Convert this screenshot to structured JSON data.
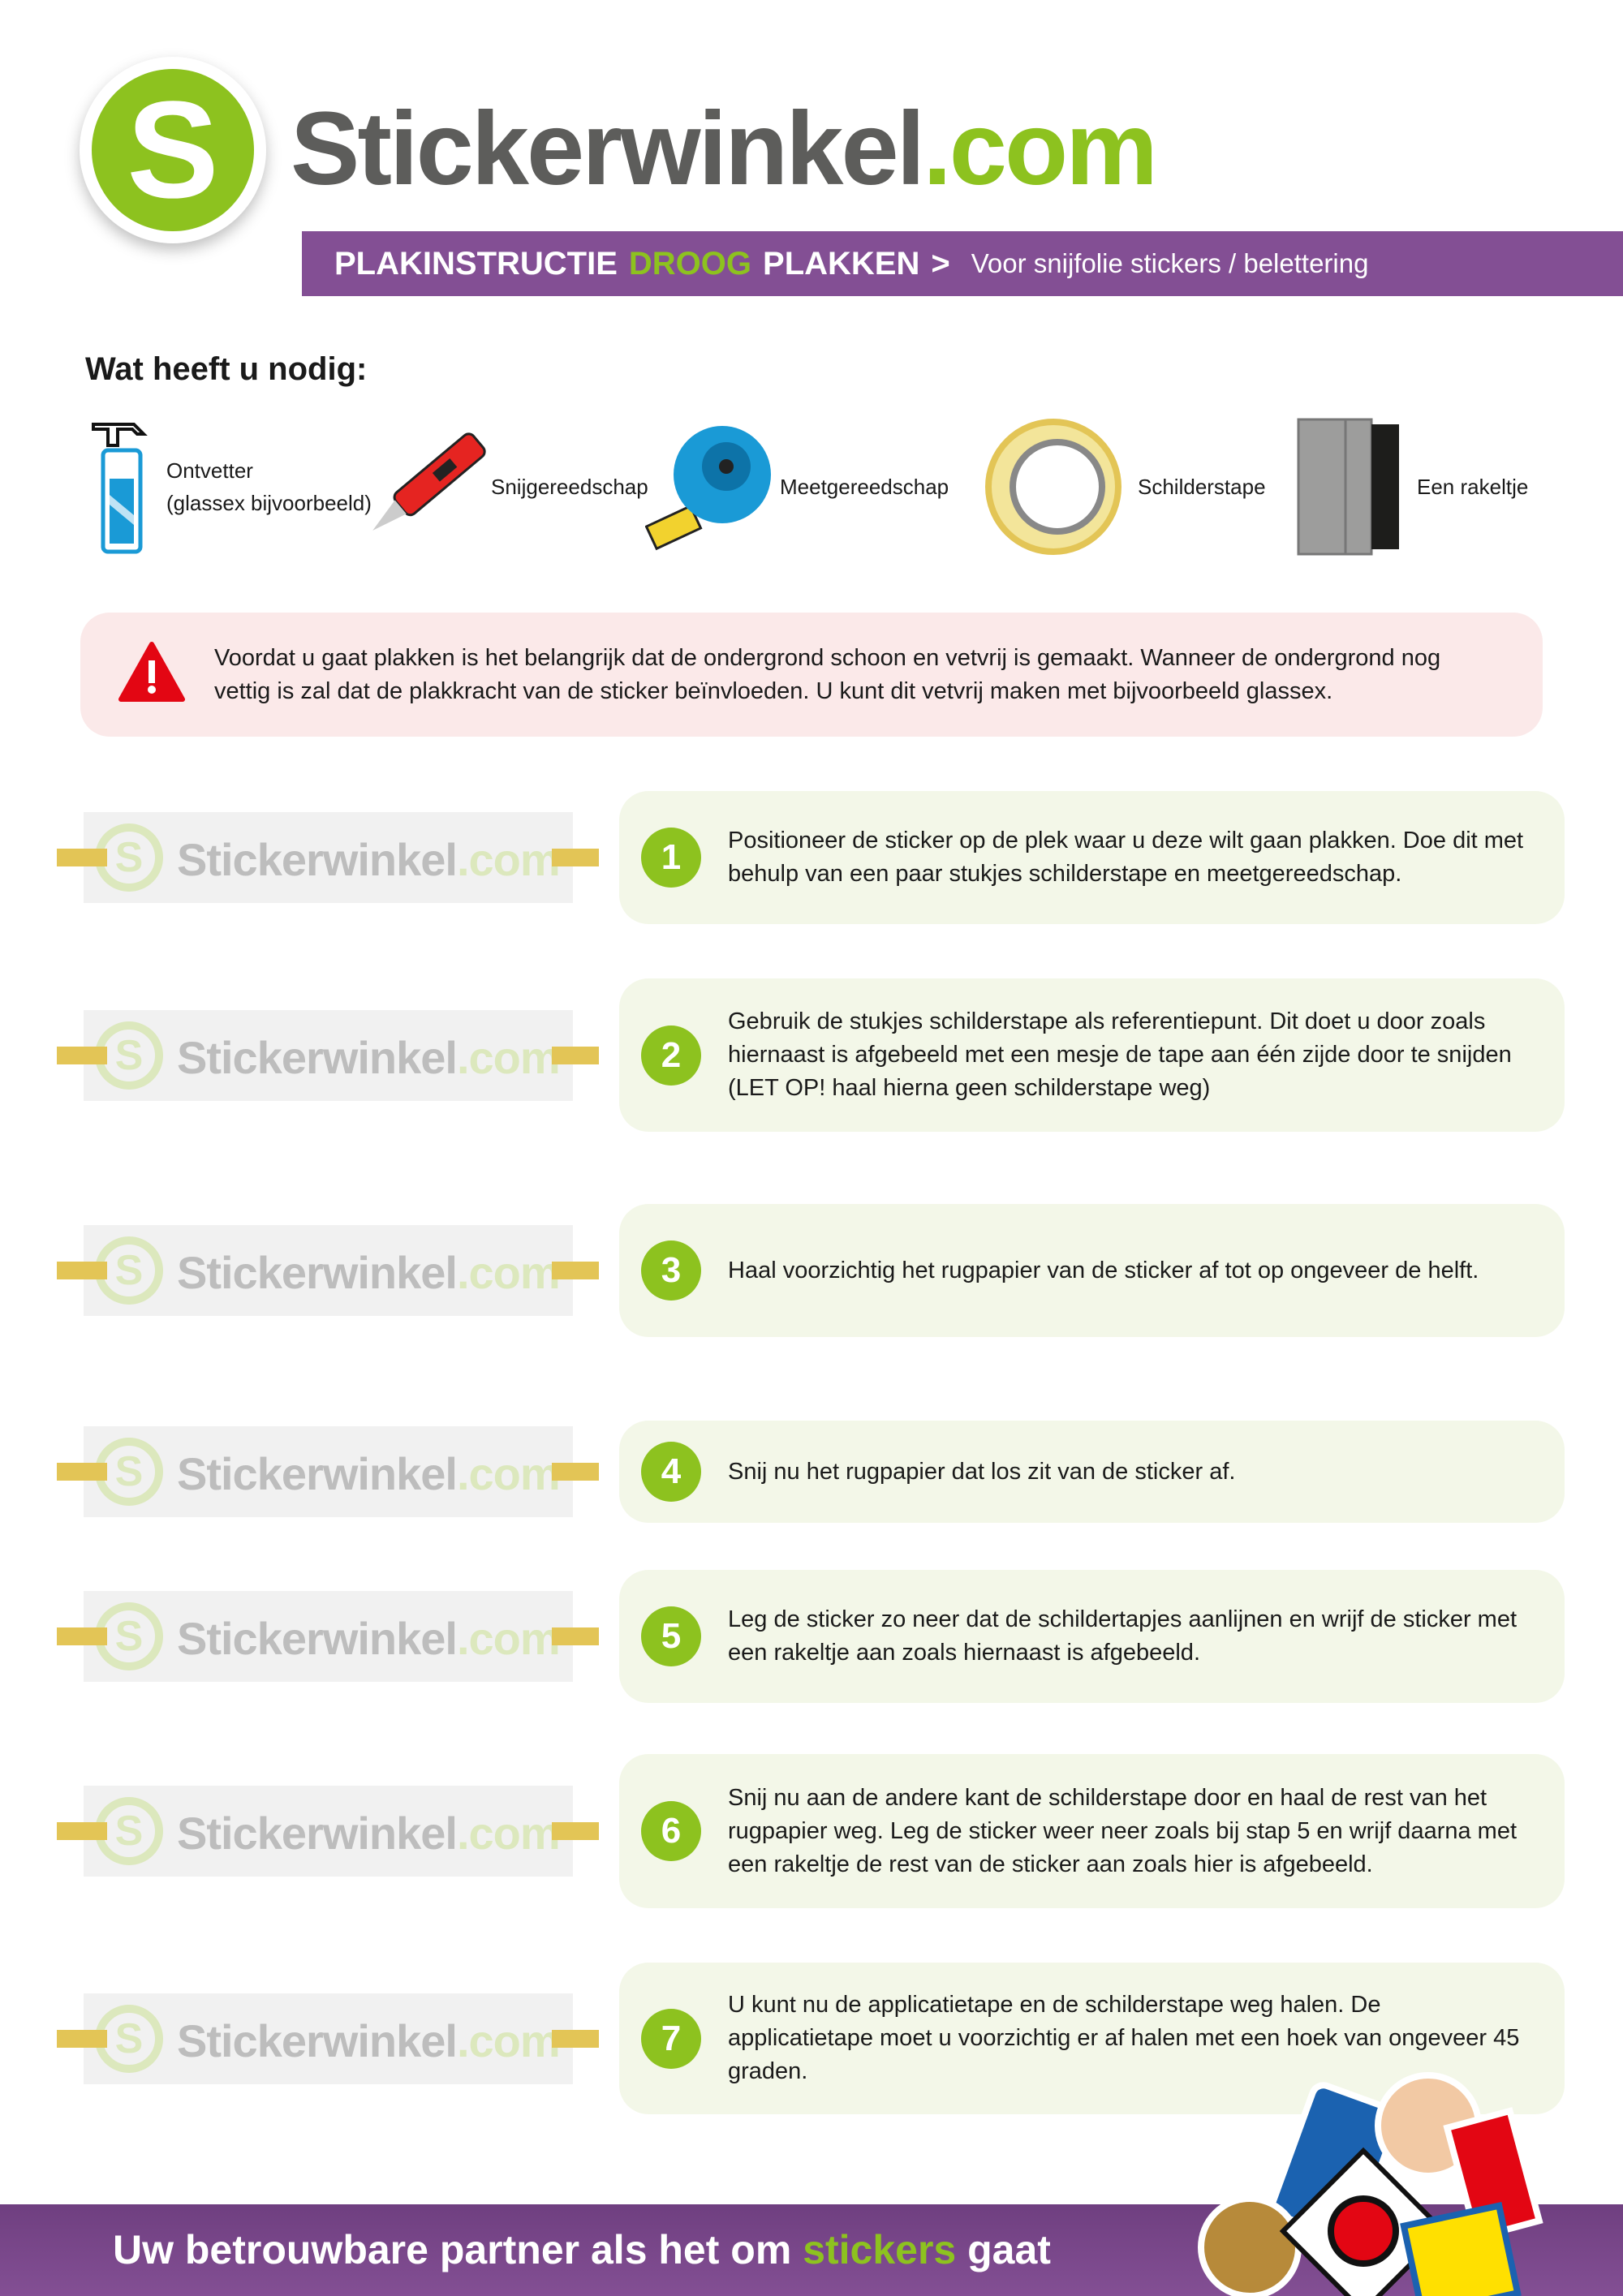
{
  "header": {
    "logo_letter": "S",
    "brand_name": "Stickerwinkel",
    "brand_tld": ".com",
    "title_part1": "PLAKINSTRUCTIE",
    "title_highlight": "DROOG",
    "title_part2": "PLAKKEN",
    "chevron": ">",
    "subtitle": "Voor snijfolie stickers / belettering"
  },
  "needs": {
    "heading": "Wat heeft u nodig:",
    "tools": [
      {
        "label": "Ontvetter",
        "sublabel": "(glassex bijvoorbeeld)",
        "icon": "spray-bottle-icon"
      },
      {
        "label": "Snijgereedschap",
        "icon": "cutter-knife-icon"
      },
      {
        "label": "Meetgereedschap",
        "icon": "tape-measure-icon"
      },
      {
        "label": "Schilderstape",
        "icon": "painters-tape-icon"
      },
      {
        "label": "Een rakeltje",
        "icon": "squeegee-icon"
      }
    ]
  },
  "warning": {
    "icon": "warning-triangle-icon",
    "text": "Voordat u gaat plakken is het belangrijk dat de ondergrond schoon en vetvrij is gemaakt. Wanneer de ondergrond nog vettig is zal dat de plakkracht van de sticker beïnvloeden. U kunt dit vetvrij maken met bijvoorbeeld glassex."
  },
  "steps": [
    {
      "number": "1",
      "text": "Positioneer de sticker op de plek waar u deze wilt gaan plakken. Doe dit met behulp van een paar stukjes schilderstape en meetgereedschap."
    },
    {
      "number": "2",
      "text": "Gebruik de stukjes schilderstape als referentiepunt. Dit doet u door zoals hiernaast is afgebeeld met een mesje de tape aan één zijde door te snijden (LET OP! haal hierna geen schilderstape weg)"
    },
    {
      "number": "3",
      "text": "Haal voorzichtig het rugpapier van de sticker af tot op ongeveer de helft."
    },
    {
      "number": "4",
      "text": "Snij nu het rugpapier dat los zit van de sticker af."
    },
    {
      "number": "5",
      "text": "Leg de sticker zo neer dat de schildertapjes aanlijnen en wrijf de sticker met een rakeltje aan zoals hiernaast is afgebeeld."
    },
    {
      "number": "6",
      "text": "Snij nu aan de andere kant de schilderstape door en haal de rest van het rugpapier weg. Leg de sticker weer neer zoals bij stap 5 en wrijf daarna met een rakeltje de rest van de sticker aan zoals hier is afgebeeld."
    },
    {
      "number": "7",
      "text": "U kunt nu de applicatietape en de schilderstape weg halen. De applicatietape moet u voorzichtig er af halen met een hoek van ongeveer 45 graden."
    }
  ],
  "illustration": {
    "letter": "S",
    "brand": "Stickerwinkel",
    "tld": ".com"
  },
  "footer": {
    "part1": "Uw betrouwbare partner als het om",
    "highlight": "stickers",
    "part2": "gaat"
  },
  "colors": {
    "green": "#8dc21f",
    "purple": "#834f94",
    "gray": "#5d5d5b",
    "warning_bg": "#fbe9e9",
    "step_bg": "#f3f7e8",
    "tape": "#e3c556"
  }
}
